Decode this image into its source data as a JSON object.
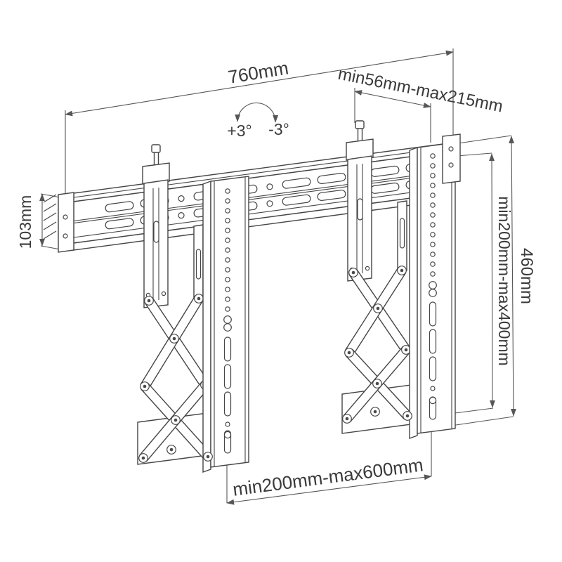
{
  "page": {
    "background": "#ffffff"
  },
  "drawing": {
    "subject": "pop-out video wall TV mount technical line drawing",
    "line_color": "#454545",
    "dimension_color": "#565656",
    "text_color": "#3a3a3a"
  },
  "labels": {
    "rail_width": "760mm",
    "depth_range": "min56mm-max215mm",
    "tilt_positive": "+3°",
    "tilt_negative": "-3°",
    "rail_height": "103mm",
    "vesa_vertical_range": "min200mm-max400mm",
    "bracket_height": "460mm",
    "vesa_horizontal_range": "min200mm-max600mm"
  }
}
